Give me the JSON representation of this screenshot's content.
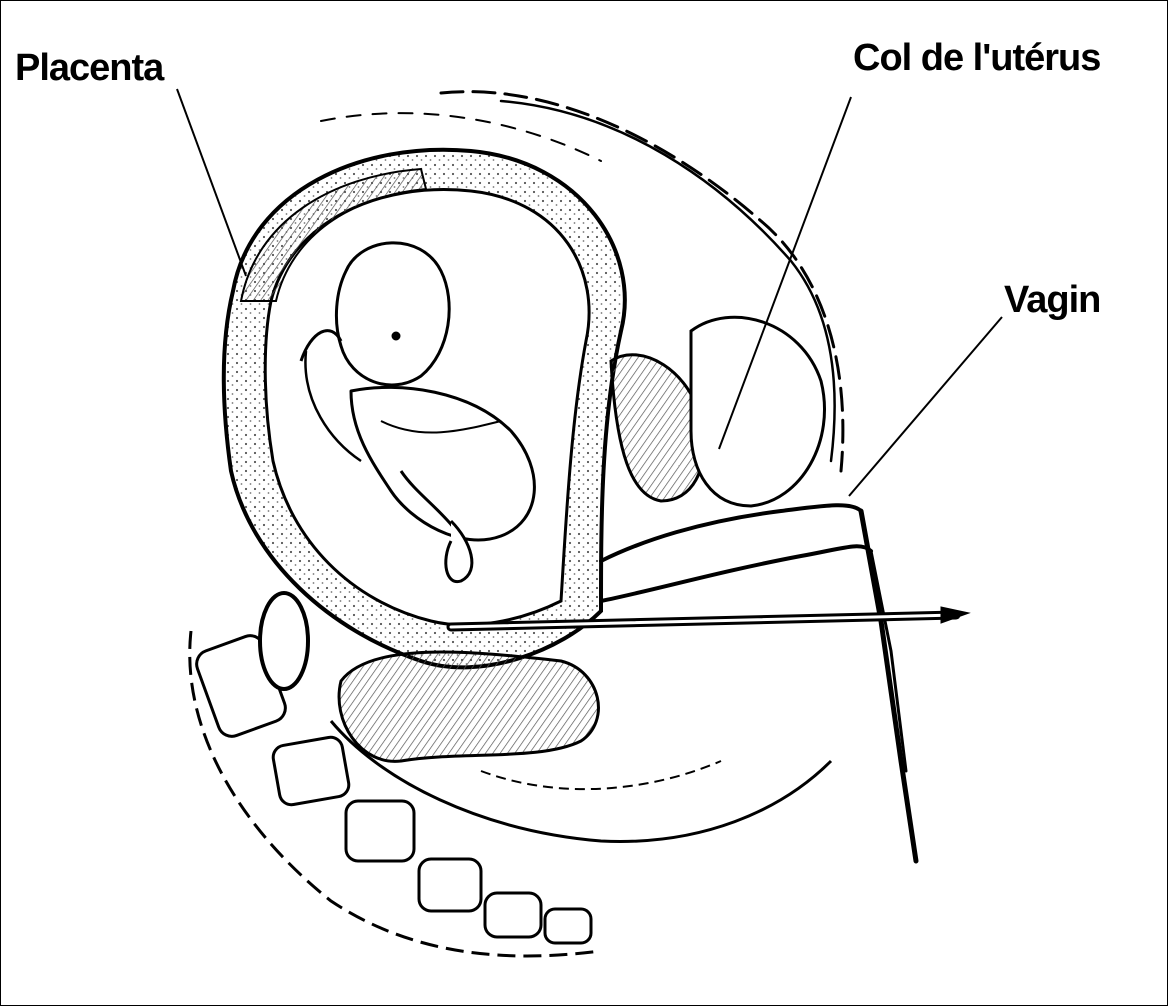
{
  "labels": {
    "placenta": "Placenta",
    "col_uterus": "Col de l'utérus",
    "vagin": "Vagin"
  },
  "colors": {
    "background": "#ffffff",
    "ink": "#000000",
    "shade": "#8a8a8a"
  }
}
